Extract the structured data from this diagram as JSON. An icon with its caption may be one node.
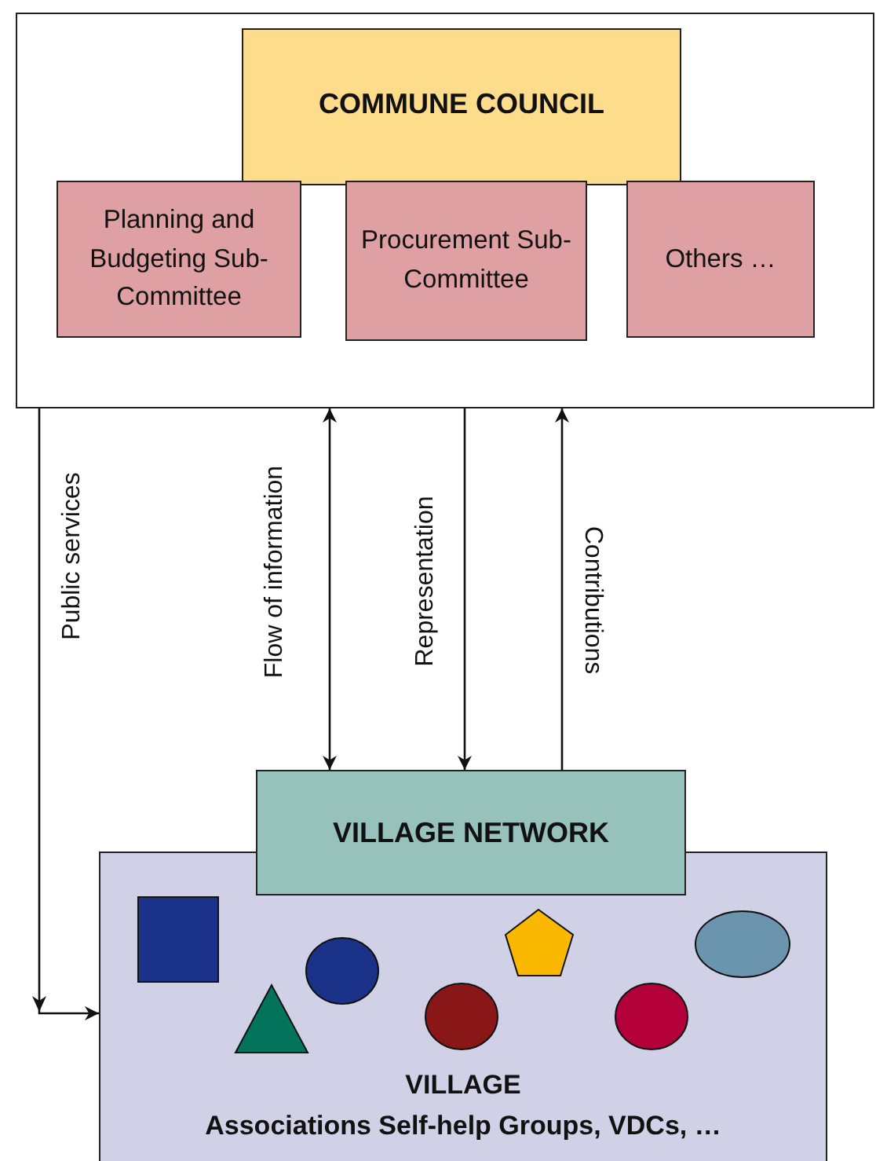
{
  "diagram": {
    "nodes": [
      {
        "text": [],
        "shape": "box"
      },
      {
        "text": [
          "COMMUNE COUNCIL"
        ],
        "in": 0
      },
      {
        "text": [
          "Planning and Budgeting Sub-Committee"
        ],
        "in": 0
      },
      {
        "text": [
          "Procurement Sub-Committee"
        ],
        "in": 0
      },
      {
        "text": [
          "Others …"
        ],
        "in": 0
      },
      {
        "text": [
          "VILLAGE NETWORK"
        ]
      },
      {
        "text": [
          "VILLAGE",
          "Associations Self-help Groups, VDCs, …"
        ]
      }
    ],
    "edges": [
      {
        "from": 0,
        "to": 6,
        "arrow": "to",
        "label": "Public services"
      },
      {
        "from": 0,
        "to": 5,
        "arrow": "both",
        "label": "Flow of information"
      },
      {
        "from": 0,
        "to": 5,
        "arrow": "to",
        "label": "Representation"
      },
      {
        "from": 5,
        "to": 0,
        "arrow": "to",
        "label": "Contributions"
      }
    ]
  }
}
